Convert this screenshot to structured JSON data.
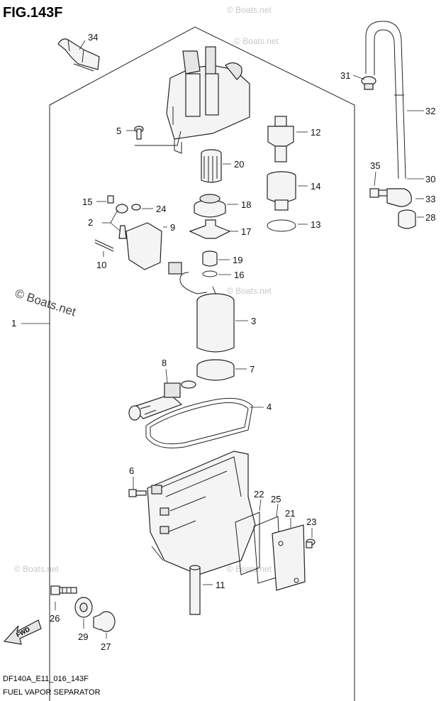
{
  "figure": {
    "title": "FIG.143F",
    "code": "DF140A_E11_016_143F",
    "name": "FUEL VAPOR SEPARATOR",
    "fwd_label": "FWD"
  },
  "watermark": {
    "text": "© Boats.net"
  },
  "callouts": [
    "1",
    "2",
    "3",
    "4",
    "5",
    "6",
    "7",
    "8",
    "9",
    "10",
    "11",
    "12",
    "13",
    "14",
    "15",
    "16",
    "17",
    "18",
    "19",
    "20",
    "21",
    "22",
    "23",
    "24",
    "25",
    "26",
    "27",
    "28",
    "29",
    "30",
    "31",
    "32",
    "33",
    "34",
    "35"
  ],
  "colors": {
    "line": "#222222",
    "fill": "#f4f4f4",
    "watermark": "#c7c7c7"
  }
}
